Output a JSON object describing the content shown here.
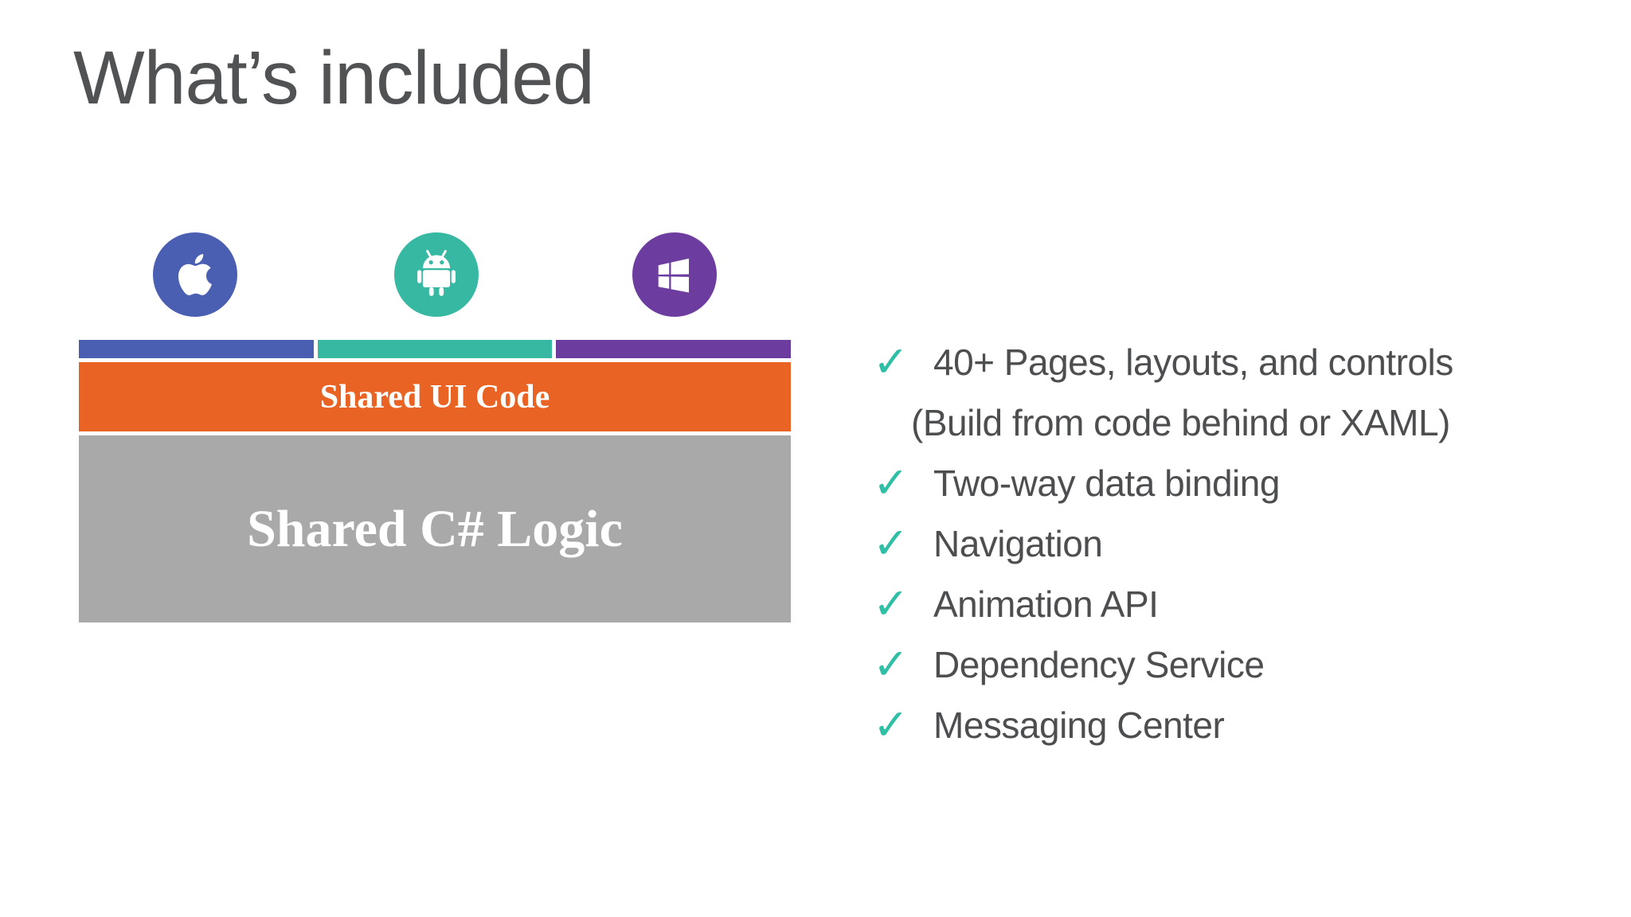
{
  "theme": {
    "background": "#ffffff",
    "title_color": "#515254",
    "text_color": "#4d4e50",
    "ios_blue": "#4a5eb2",
    "android_teal": "#37b8a3",
    "windows_purple": "#6c3d9e",
    "ui_orange": "#e86324",
    "logic_gray": "#a9a9a9",
    "check_teal": "#2fbea6",
    "label_white": "#ffffff"
  },
  "slide": {
    "title": "What’s included"
  },
  "diagram": {
    "platforms": [
      {
        "icon": "apple-icon"
      },
      {
        "icon": "android-icon"
      },
      {
        "icon": "windows-icon"
      }
    ],
    "shared_ui_label": "Shared UI Code",
    "shared_logic_label": "Shared C# Logic"
  },
  "checklist": {
    "check_glyph": "✓",
    "items": [
      {
        "text": "40+ Pages, layouts, and controls",
        "sub": "(Build from code behind or XAML)"
      },
      {
        "text": "Two-way data binding"
      },
      {
        "text": "Navigation"
      },
      {
        "text": "Animation API"
      },
      {
        "text": "Dependency Service"
      },
      {
        "text": "Messaging Center"
      }
    ]
  }
}
